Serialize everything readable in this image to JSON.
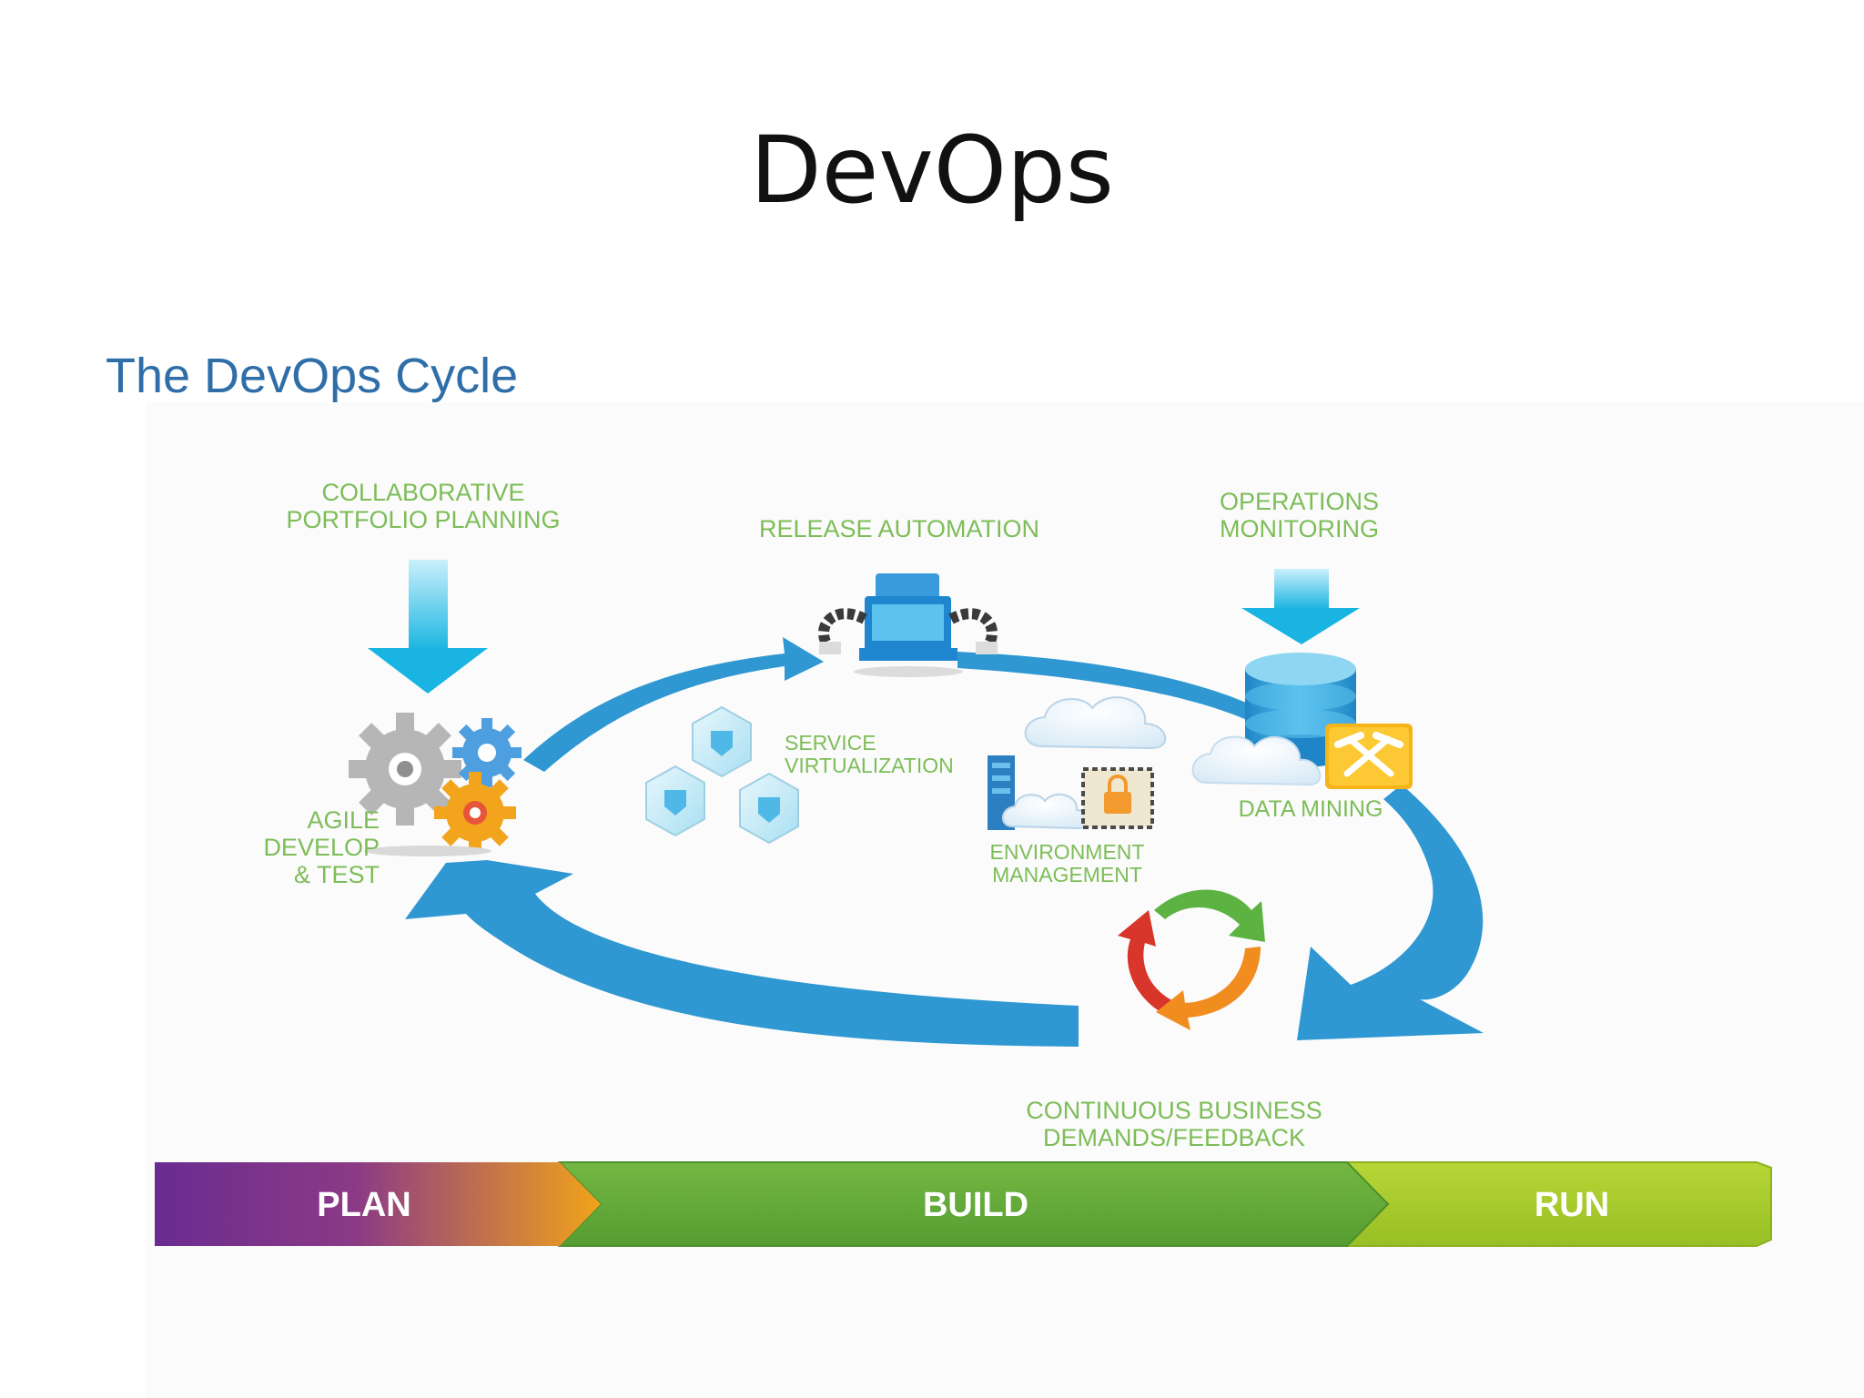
{
  "slide": {
    "title": "DevOps"
  },
  "diagram": {
    "title": "The DevOps Cycle",
    "labels": {
      "portfolio_planning": [
        "COLLABORATIVE",
        "PORTFOLIO PLANNING"
      ],
      "release_automation": "RELEASE AUTOMATION",
      "operations_monitoring": [
        "OPERATIONS",
        "MONITORING"
      ],
      "service_virtualization": [
        "SERVICE",
        "VIRTUALIZATION"
      ],
      "agile_develop_test": [
        "AGILE",
        "DEVELOP",
        "& TEST"
      ],
      "environment_management": [
        "ENVIRONMENT",
        "MANAGEMENT"
      ],
      "data_mining": "DATA MINING",
      "business_feedback": [
        "CONTINUOUS BUSINESS",
        "DEMANDS/FEEDBACK"
      ]
    },
    "phases": [
      "PLAN",
      "BUILD",
      "RUN"
    ],
    "icons": [
      "gears-icon",
      "robot-arms-icon",
      "database-icon",
      "hammer-pick-icon",
      "cloud-icon",
      "server-icon",
      "lock-icon",
      "shield-cube-icon",
      "recycle-arrows-icon",
      "down-arrow-icon"
    ],
    "colors": {
      "cycle_arrow": "#2f98d2",
      "label_green": "#7dbd58",
      "title_blue": "#2f6ea8",
      "plan_start": "#6a2c91",
      "plan_end": "#f1a31a",
      "build": "#63aa3a",
      "run": "#a6cb2c"
    }
  }
}
